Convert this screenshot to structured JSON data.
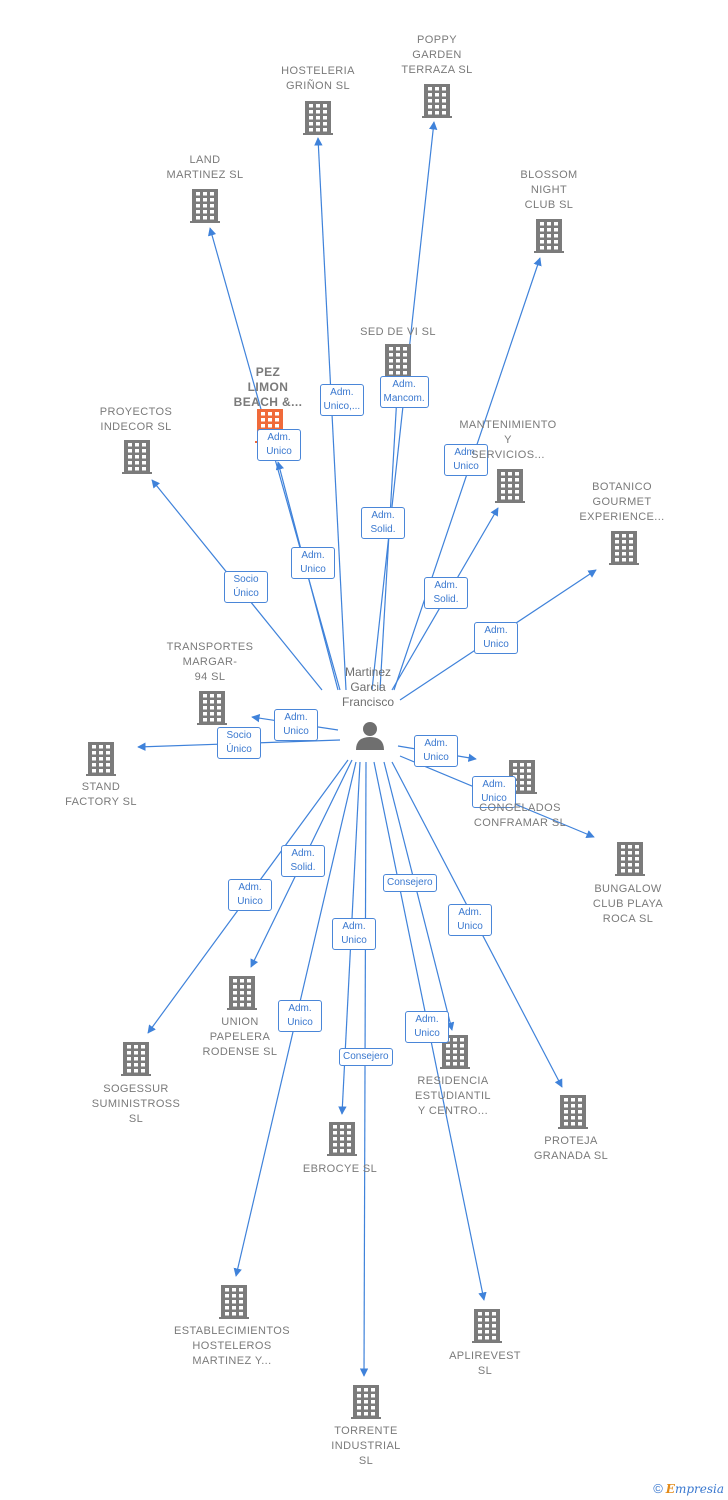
{
  "center": {
    "name": "Martinez\nGarcia\nFrancisco",
    "icon": "person-icon"
  },
  "colors": {
    "edge": "#3f82da",
    "building": "#7b7b7b",
    "highlight": "#f06a3a",
    "text": "#7a7a7a"
  },
  "companies": [
    {
      "id": "hosteleria-grinon",
      "name": "HOSTELERIA\nGRIÑON SL"
    },
    {
      "id": "poppy-garden",
      "name": "POPPY\nGARDEN\nTERRAZA SL"
    },
    {
      "id": "land-martinez",
      "name": "LAND\nMARTINEZ SL"
    },
    {
      "id": "blossom-night",
      "name": "BLOSSOM\nNIGHT\nCLUB SL"
    },
    {
      "id": "sed-de-vi",
      "name": "SED DE VI SL"
    },
    {
      "id": "pez-limon",
      "name": "PEZ\nLIMON\nBEACH &...",
      "highlight": true
    },
    {
      "id": "proyectos-indecor",
      "name": "PROYECTOS\nINDECOR SL"
    },
    {
      "id": "mantenimiento",
      "name": "MANTENIMIENTO\nY\nSERVICIOS..."
    },
    {
      "id": "botanico",
      "name": "BOTANICO\nGOURMET\nEXPERIENCE..."
    },
    {
      "id": "transportes",
      "name": "TRANSPORTES\nMARGAR-\n94 SL"
    },
    {
      "id": "stand-factory",
      "name": "STAND\nFACTORY SL"
    },
    {
      "id": "congelados",
      "name": "CONGELADOS\nCONFRAMAR SL"
    },
    {
      "id": "bungalow",
      "name": "BUNGALOW\nCLUB PLAYA\nROCA SL"
    },
    {
      "id": "union-papelera",
      "name": "UNION\nPAPELERA\nRODENSE SL"
    },
    {
      "id": "sogessur",
      "name": "SOGESSUR\nSUMINISTROSS\nSL"
    },
    {
      "id": "residencia",
      "name": "RESIDENCIA\nESTUDIANTIL\nY CENTRO..."
    },
    {
      "id": "ebrocye",
      "name": "EBROCYE SL"
    },
    {
      "id": "proteja",
      "name": "PROTEJA\nGRANADA SL"
    },
    {
      "id": "establecimientos",
      "name": "ESTABLECIMIENTOS\nHOSTELEROS\nMARTINEZ Y..."
    },
    {
      "id": "aplirevest",
      "name": "APLIREVEST\nSL"
    },
    {
      "id": "torrente",
      "name": "TORRENTE\nINDUSTRIAL\nSL"
    }
  ],
  "relations": [
    {
      "to": "hosteleria-grinon",
      "label": "Adm.\nUnico,..."
    },
    {
      "to": "poppy-garden",
      "label": "Adm.\nMancom."
    },
    {
      "to": "land-martinez",
      "label": "Adm.\nUnico"
    },
    {
      "to": "blossom-night",
      "label": "Adm.\nUnico"
    },
    {
      "to": "sed-de-vi",
      "label": "Adm.\nSolid."
    },
    {
      "to": "pez-limon",
      "label": "Adm.\nUnico"
    },
    {
      "to": "proyectos-indecor",
      "label": "Socio\nÚnico"
    },
    {
      "to": "mantenimiento",
      "label": "Adm.\nSolid."
    },
    {
      "to": "botanico",
      "label": "Adm.\nUnico"
    },
    {
      "to": "transportes",
      "label": "Adm.\nUnico"
    },
    {
      "to": "stand-factory",
      "label": "Socio\nÚnico"
    },
    {
      "to": "congelados",
      "label": "Adm.\nUnico"
    },
    {
      "to": "bungalow",
      "label": "Adm.\nUnico"
    },
    {
      "to": "union-papelera",
      "label": "Adm.\nSolid."
    },
    {
      "to": "sogessur",
      "label": "Adm.\nUnico"
    },
    {
      "to": "residencia",
      "label": "Consejero"
    },
    {
      "to": "ebrocye",
      "label": "Adm.\nUnico"
    },
    {
      "to": "proteja",
      "label": "Adm.\nUnico"
    },
    {
      "to": "establecimientos",
      "label": "Adm.\nUnico"
    },
    {
      "to": "aplirevest",
      "label": "Adm.\nUnico"
    },
    {
      "to": "torrente",
      "label": "Consejero"
    }
  ],
  "brand": {
    "copyright": "©",
    "name_first": "E",
    "name_rest": "mpresia"
  }
}
